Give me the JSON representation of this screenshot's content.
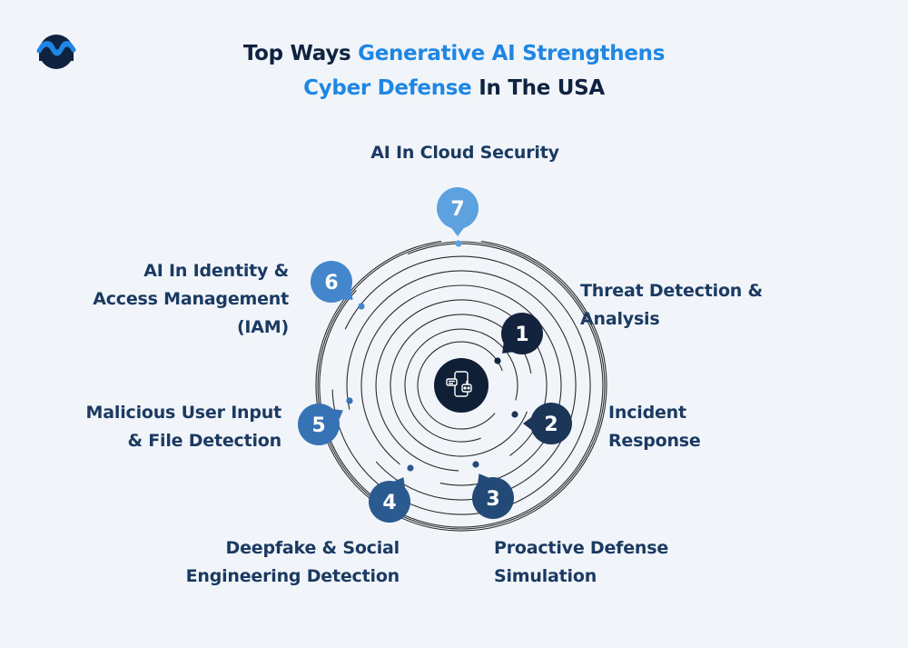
{
  "header": {
    "title_line1_dark": "Top Ways ",
    "title_line1_accent": "Generative AI Strengthens",
    "title_line2_accent": "Cyber Defense",
    "title_line2_dark": " In The USA"
  },
  "logo": {
    "icon": "wave-logo-icon"
  },
  "center_icon": "chatbot-phone-icon",
  "colors": {
    "background": "#f1f5fa",
    "title_dark": "#0f2340",
    "title_accent": "#1f86e4",
    "label": "#1b3a62",
    "ring": "#2b2b2b",
    "center_disc": "#0f1f36"
  },
  "items": [
    {
      "number": "1",
      "lines": [
        "Threat Detection &",
        "Analysis"
      ],
      "color": "#13233d"
    },
    {
      "number": "2",
      "lines": [
        "Incident",
        "Response"
      ],
      "color": "#1c3658"
    },
    {
      "number": "3",
      "lines": [
        "Proactive Defense",
        "Simulation"
      ],
      "color": "#234a76"
    },
    {
      "number": "4",
      "lines": [
        "Deepfake & Social",
        "Engineering Detection"
      ],
      "color": "#2a5a8f"
    },
    {
      "number": "5",
      "lines": [
        "Malicious User Input",
        "& File Detection"
      ],
      "color": "#3673b5"
    },
    {
      "number": "6",
      "lines": [
        "AI In Identity &",
        "Access Management",
        "(IAM)"
      ],
      "color": "#4486cc"
    },
    {
      "number": "7",
      "lines": [
        "AI In Cloud Security"
      ],
      "color": "#5da1de"
    }
  ]
}
